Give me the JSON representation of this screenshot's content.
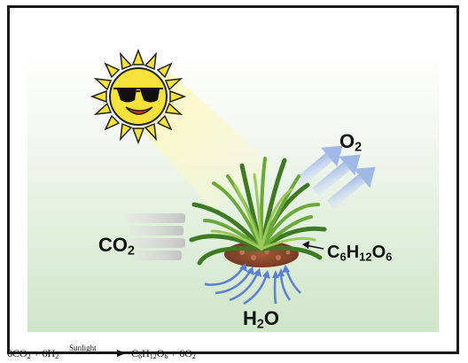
{
  "labels": {
    "o2": {
      "base": "O",
      "sub": "2"
    },
    "co2": {
      "base": "CO",
      "sub": "2"
    },
    "glucose": {
      "c": "C",
      "c_sub": "6",
      "h": "H",
      "h_sub": "12",
      "o": "O",
      "o_sub": "6"
    },
    "h2o": {
      "h": "H",
      "h_sub": "2",
      "o": "O"
    }
  },
  "equation": {
    "r1": "6CO",
    "r1_sub": "2",
    "plus1": " + 6H",
    "r2_sub": "2",
    "condition": "Sunlight",
    "p1": "C",
    "p1_c_sub": "6",
    "p1_h": "H",
    "p1_h_sub": "12",
    "p1_o": "O",
    "p1_o_sub": "6",
    "plus2": " + 6O",
    "p2_sub": "2"
  },
  "colors": {
    "sky_top": "#ffffff",
    "sky_bottom": "#d9ebd3",
    "sun": "#f7e23a",
    "arrow_blue": "#9fb8e6",
    "co2_grey": "#c9c9c9",
    "leaf": "#4c8a2a"
  }
}
